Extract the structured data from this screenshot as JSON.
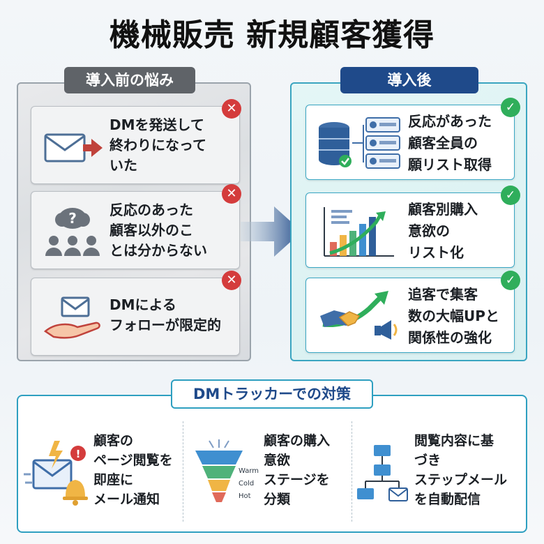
{
  "title": "機械販売 新規顧客獲得",
  "before": {
    "label": "導入前の悩み",
    "items": [
      {
        "text": "DMを発送して終わりになっていた",
        "lines": [
          "DMを発送して",
          "終わりになって",
          "いた"
        ],
        "icon": "envelope-send-icon"
      },
      {
        "text": "反応のあった顧客以外のことは分からない",
        "lines": [
          "反応のあった",
          "顧客以外のこ",
          "とは分からない"
        ],
        "icon": "question-group-icon"
      },
      {
        "text": "DMによるフォローが限定的",
        "lines": [
          "DMによる",
          "フォローが限定的"
        ],
        "icon": "hand-envelope-icon"
      }
    ],
    "status_icon": "x-mark-icon"
  },
  "after": {
    "label": "導入後",
    "items": [
      {
        "lines": [
          "反応があった",
          "顧客全員の",
          "願リスト取得"
        ],
        "icon": "database-list-icon"
      },
      {
        "lines": [
          "顧客別購入",
          "意欲の",
          "リスト化"
        ],
        "icon": "bar-chart-icon"
      },
      {
        "lines": [
          "追客で集客",
          "数の大幅UPと",
          "関係性の強化"
        ],
        "icon": "handshake-growth-icon"
      }
    ],
    "status_icon": "check-mark-icon"
  },
  "solution": {
    "label": "DMトラッカーでの対策",
    "items": [
      {
        "lines": [
          "顧客の",
          "ページ閲覧を",
          "即座に",
          "メール通知"
        ],
        "icon": "mail-alert-bell-icon"
      },
      {
        "lines": [
          "顧客の購入",
          "意欲",
          "ステージを",
          "分類"
        ],
        "icon": "funnel-icon",
        "funnel_labels": [
          "Warm",
          "Cold",
          "Hot"
        ]
      },
      {
        "lines": [
          "閲覧内容に基",
          "づき",
          "ステップメール",
          "を自動配信"
        ],
        "icon": "flowchart-mail-icon"
      }
    ]
  },
  "colors": {
    "bad": "#d43c3c",
    "good": "#2fae5b",
    "accent": "#2e9fc0",
    "navy": "#1f4a8a",
    "gray_pill": "#5f6368"
  }
}
